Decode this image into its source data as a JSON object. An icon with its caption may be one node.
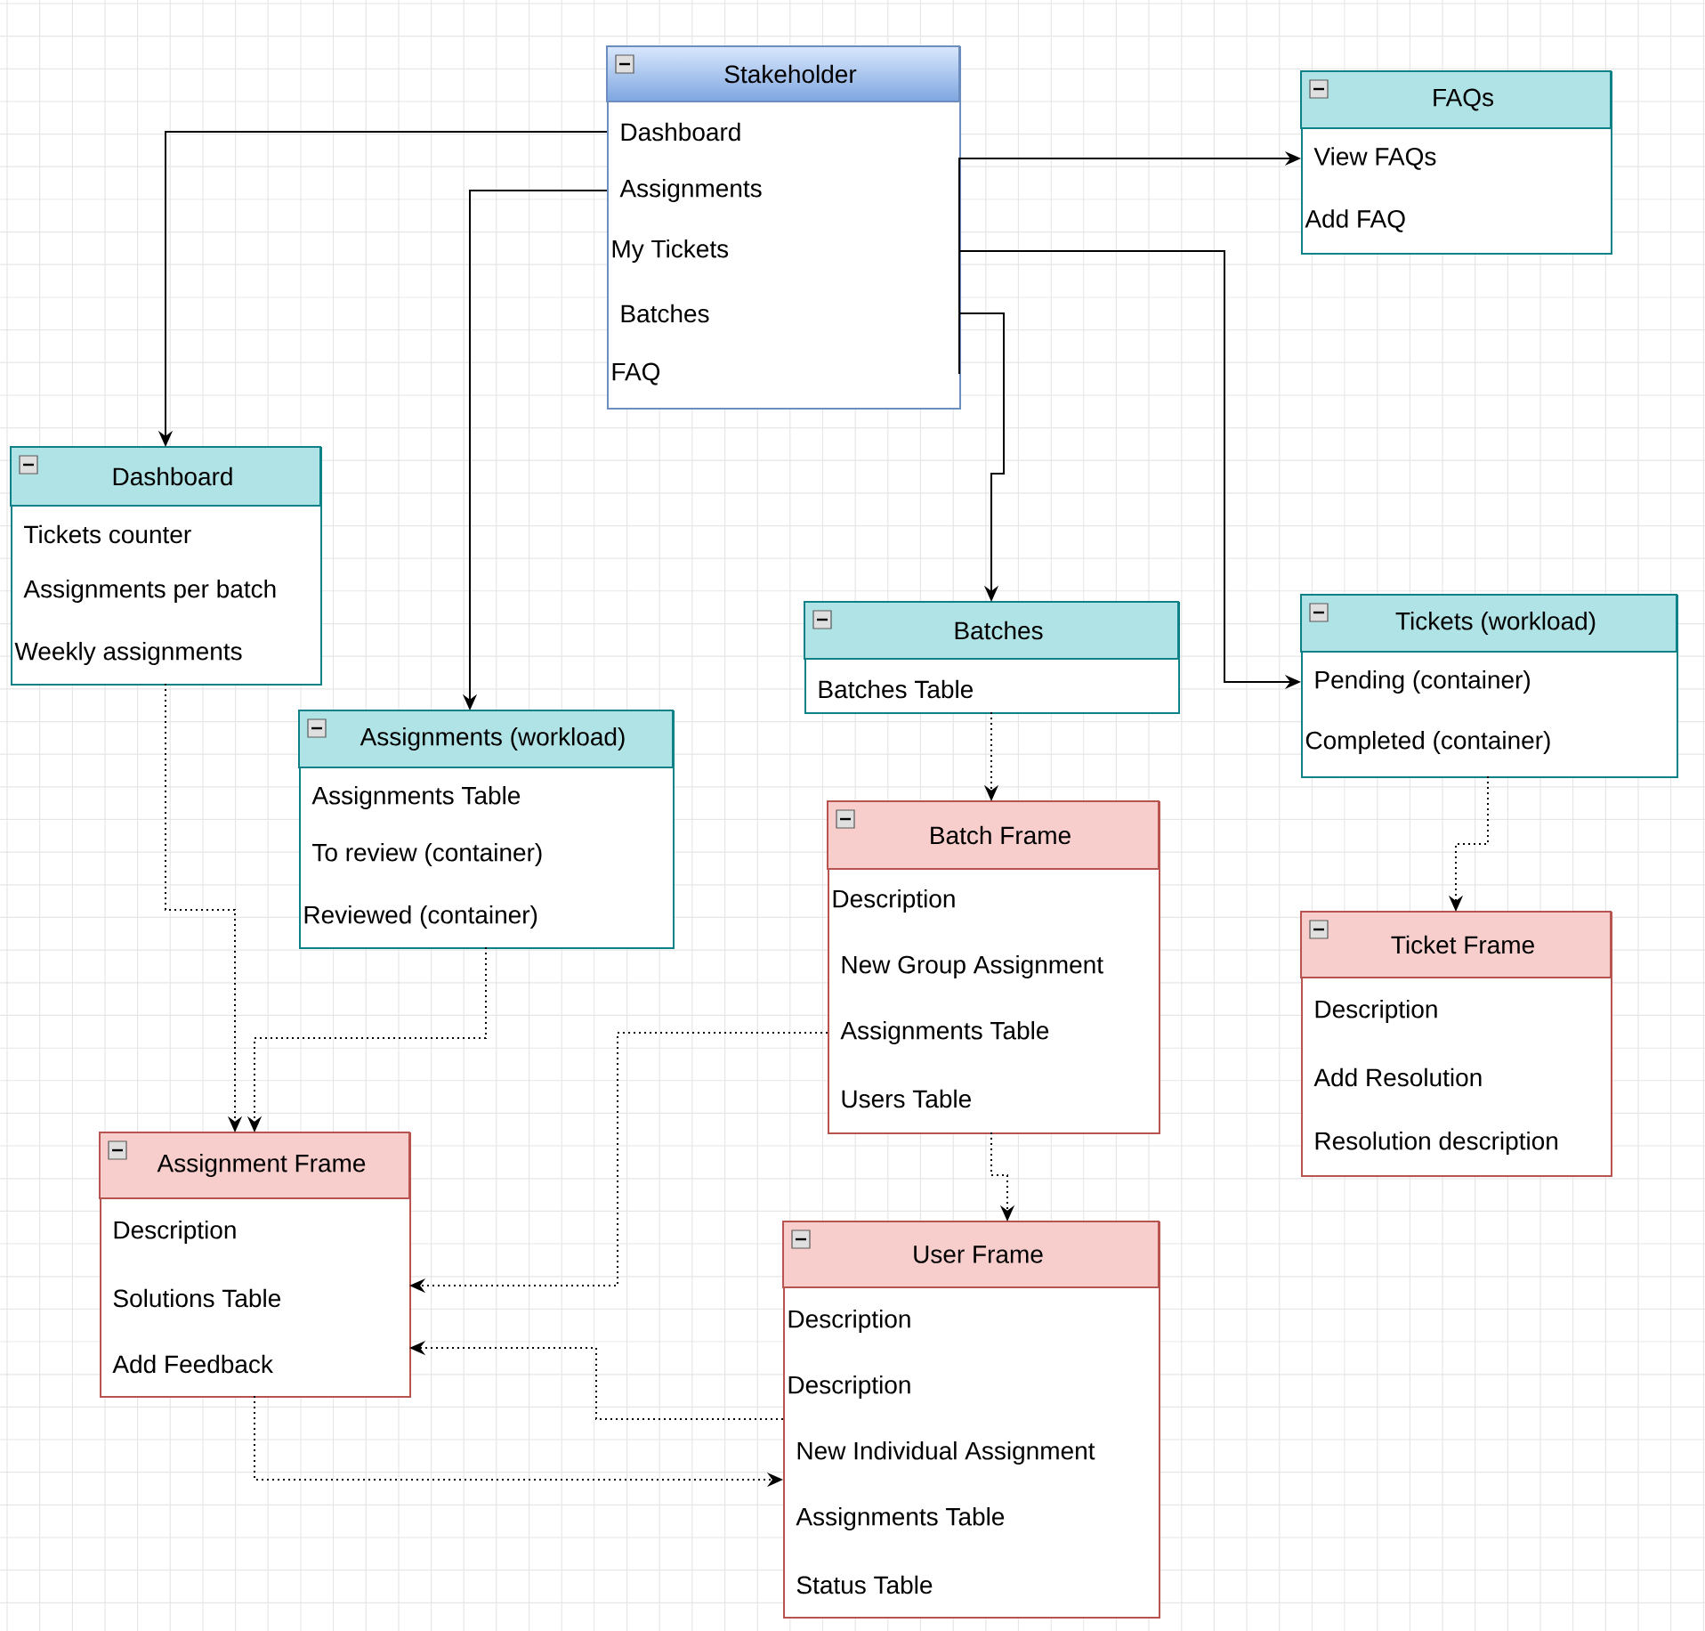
{
  "diagram": {
    "nodes": [
      {
        "text": [
          "Stakeholder",
          "Dashboard",
          "Assignments",
          "My Tickets",
          "Batches",
          "FAQ"
        ]
      },
      {
        "text": [
          "FAQs",
          "View FAQs",
          "Add FAQ"
        ]
      },
      {
        "text": [
          "Dashboard",
          "Tickets counter",
          "Assignments per batch",
          "Weekly assignments"
        ]
      },
      {
        "text": [
          "Batches",
          "Batches Table"
        ]
      },
      {
        "text": [
          "Tickets (workload)",
          "Pending (container)",
          "Completed (container)"
        ]
      },
      {
        "text": [
          "Assignments (workload)",
          "Assignments Table",
          "To review (container)",
          "Reviewed (container)"
        ]
      },
      {
        "text": [
          "Batch Frame",
          "Description",
          "New Group Assignment",
          "Assignments Table",
          "Users Table"
        ]
      },
      {
        "text": [
          "Ticket Frame",
          "Description",
          "Add Resolution",
          "Resolution description"
        ]
      },
      {
        "text": [
          "Assignment Frame",
          "Description",
          "Solutions Table",
          "Add Feedback"
        ]
      },
      {
        "text": [
          "User Frame",
          "Description",
          "Description",
          "New Individual Assignment",
          "Assignments Table",
          "Status Table"
        ]
      }
    ],
    "edges": [
      {
        "from": 0,
        "to": 2,
        "arrow": "to"
      },
      {
        "from": 0,
        "to": 5,
        "arrow": "to"
      },
      {
        "from": 0,
        "to": 1,
        "arrow": "to"
      },
      {
        "from": 0,
        "to": 4,
        "arrow": "to"
      },
      {
        "from": 0,
        "to": 3,
        "arrow": "to"
      },
      {
        "from": 2,
        "to": 8,
        "arrow": "to",
        "style": "dashed"
      },
      {
        "from": 5,
        "to": 8,
        "arrow": "to",
        "style": "dashed"
      },
      {
        "from": 3,
        "to": 6,
        "arrow": "to",
        "style": "dashed"
      },
      {
        "from": 4,
        "to": 7,
        "arrow": "to",
        "style": "dashed"
      },
      {
        "from": 6,
        "to": 8,
        "arrow": "to",
        "style": "dashed"
      },
      {
        "from": 6,
        "to": 9,
        "arrow": "to",
        "style": "dashed"
      },
      {
        "from": 9,
        "to": 8,
        "arrow": "to",
        "style": "dashed"
      },
      {
        "from": 8,
        "to": 9,
        "arrow": "to",
        "style": "dashed"
      }
    ]
  }
}
